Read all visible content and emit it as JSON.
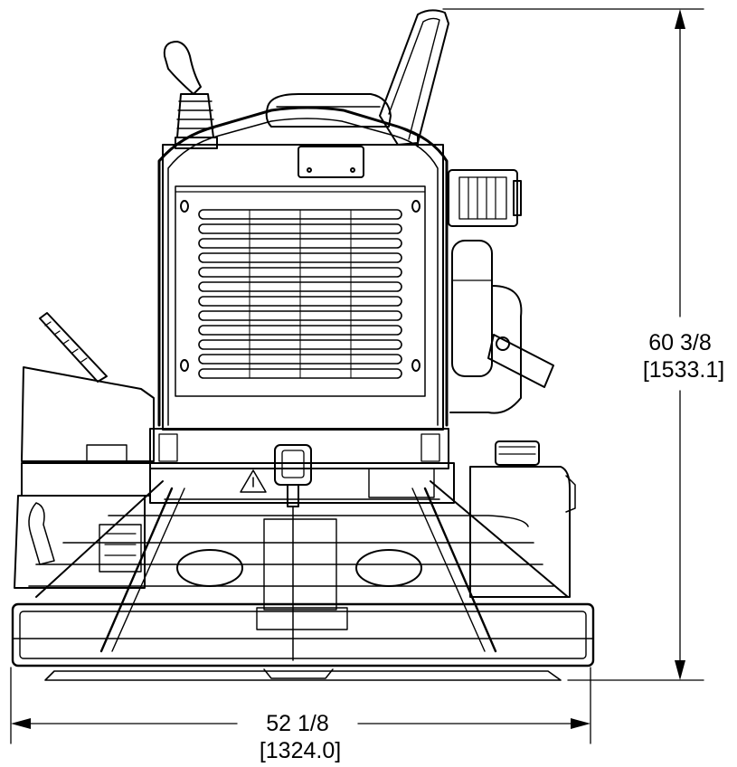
{
  "dimensions": {
    "height": {
      "imperial": "60 3/8",
      "metric": "[1533.1]"
    },
    "width": {
      "imperial": "52 1/8",
      "metric": "[1324.0]"
    }
  },
  "colors": {
    "line": "#000000",
    "background": "#ffffff"
  }
}
